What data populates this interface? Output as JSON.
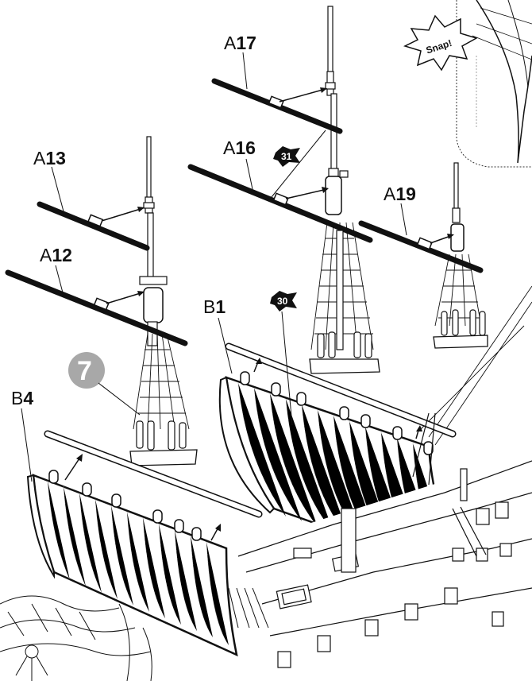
{
  "step_number": "7",
  "callout_snap": "Snap!",
  "parts": {
    "a17": {
      "prefix": "A",
      "number": "17"
    },
    "a16": {
      "prefix": "A",
      "number": "16"
    },
    "a13": {
      "prefix": "A",
      "number": "13"
    },
    "a12": {
      "prefix": "A",
      "number": "12"
    },
    "a19": {
      "prefix": "A",
      "number": "19"
    },
    "b1": {
      "prefix": "B",
      "number": "1"
    },
    "b4": {
      "prefix": "B",
      "number": "4"
    }
  },
  "badges": {
    "b31": "31",
    "b30": "30"
  },
  "colors": {
    "line": "#111111",
    "step_circle": "#a8a8a8",
    "badge": "#111111"
  }
}
